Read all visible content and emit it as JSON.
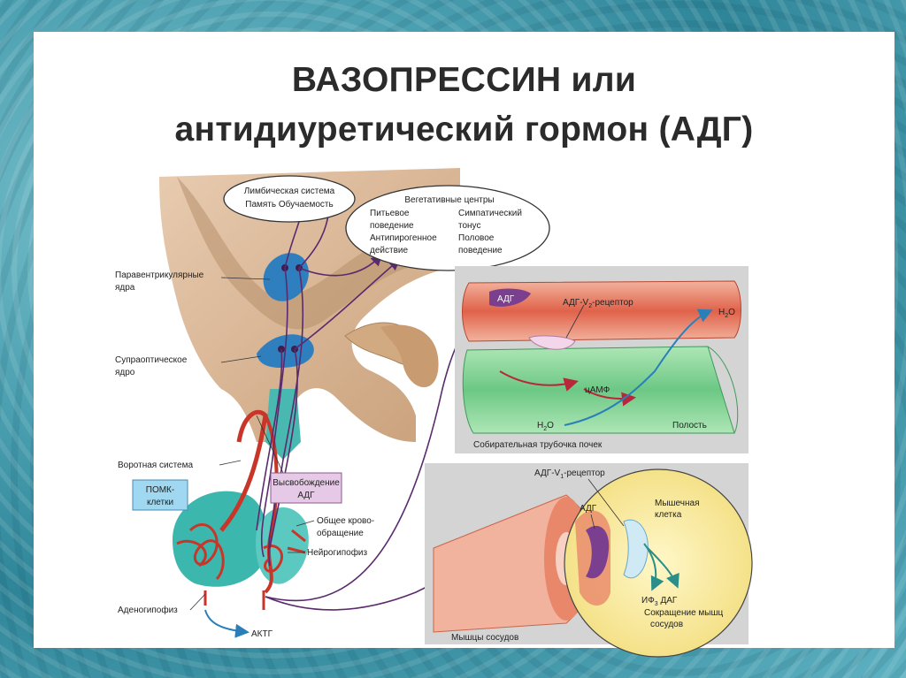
{
  "title": {
    "line1": "ВАЗОПРЕССИН или",
    "line2": "антидиуретический гормон (АДГ)"
  },
  "brain": {
    "limbic_line1": "Лимбическая система",
    "limbic_line2": "Память  Обучаемость",
    "veg_header": "Вегетативные центры",
    "veg_l1": "Питьевое",
    "veg_l2": "поведение",
    "veg_l3": "Антипирогенное",
    "veg_l4": "действие",
    "veg_r1": "Симпатический",
    "veg_r2": "тонус",
    "veg_r3": "Половое",
    "veg_r4": "поведение",
    "paraventricular_1": "Паравентрикулярные",
    "paraventricular_2": "ядра",
    "supraoptic_1": "Супраоптическое",
    "supraoptic_2": "ядро",
    "portal": "Воротная система",
    "pomc_1": "ПОМК-",
    "pomc_2": "клетки",
    "release_1": "Высвобождение",
    "release_2": "АДГ",
    "circulation_1": "Общее крово-",
    "circulation_2": "обращение",
    "neurohypophysis": "Нейрогипофиз",
    "adenohypophysis": "Аденогипофиз",
    "acth": "АКТГ"
  },
  "kidney": {
    "adh": "АДГ",
    "receptor": "АДГ-V",
    "receptor_sub": "2",
    "receptor_suffix": "-рецептор",
    "h2o_top": "H",
    "h2o_sub": "2",
    "h2o_o": "O",
    "camp": "цАМФ",
    "lumen": "Полость",
    "caption": "Собирательная трубочка почек"
  },
  "vessel": {
    "receptor": "АДГ-V",
    "receptor_sub": "1",
    "receptor_suffix": "-рецептор",
    "adh": "АДГ",
    "muscle_cell_1": "Мышечная",
    "muscle_cell_2": "клетка",
    "ip3": "ИФ",
    "ip3_sub": "3",
    "dag": "ДАГ",
    "contraction_1": "Сокращение мышц",
    "contraction_2": "сосудов",
    "caption": "Мышцы сосудов"
  }
}
